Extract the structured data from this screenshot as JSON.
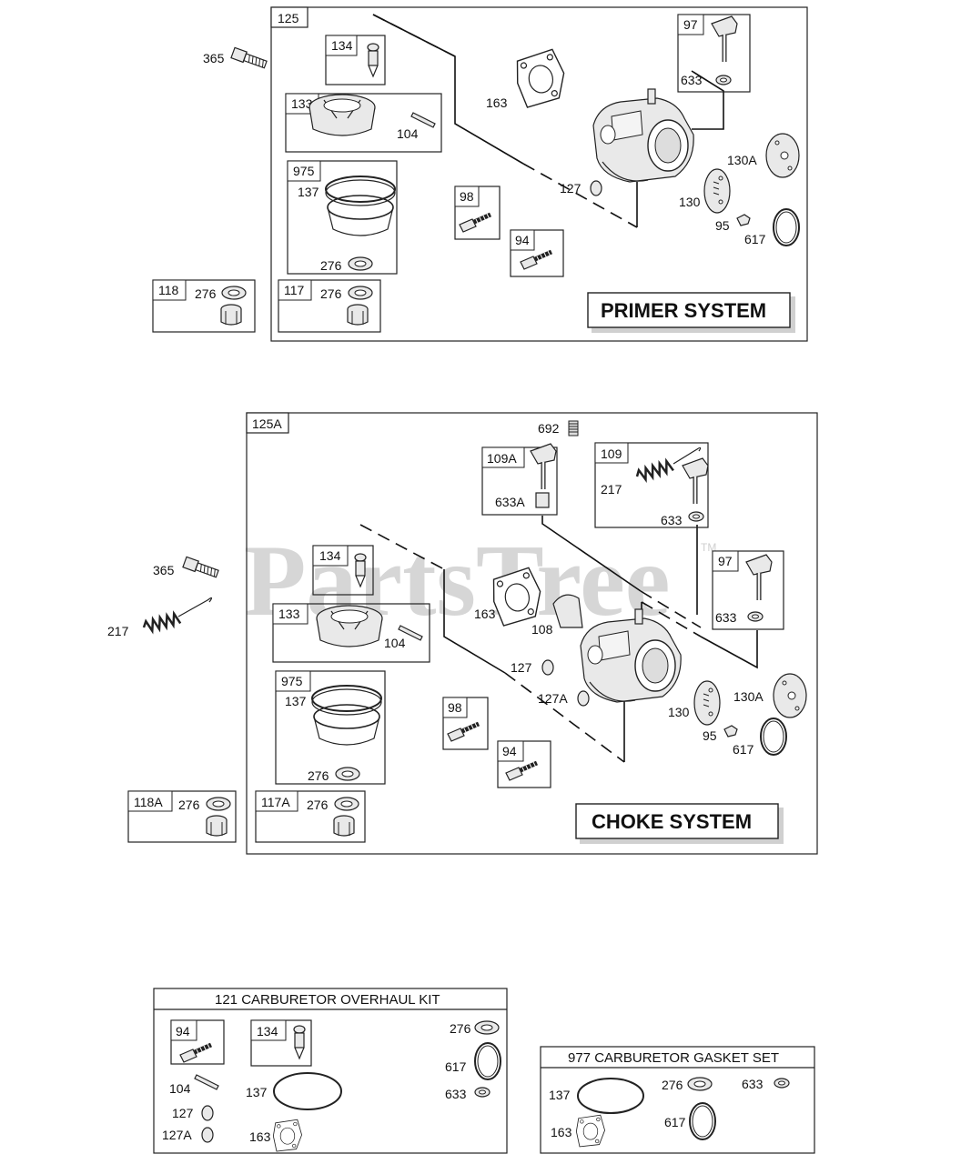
{
  "watermark": {
    "text": "PartsTree",
    "tm": "TM"
  },
  "primer": {
    "assembly": "125",
    "system_label": "PRIMER SYSTEM",
    "callouts": {
      "bolt": "365",
      "primer_bulb_box": "134",
      "fuel_bowl_box": "133",
      "pin": "104",
      "gasket_kit_box": "975",
      "gasket_137": "137",
      "washer_276": "276",
      "gasket_163": "163",
      "throttle_box": "97",
      "washer_633": "633",
      "plug_127": "127",
      "plate_130a": "130A",
      "plate_130": "130",
      "screw_95": "95",
      "ring_617": "617",
      "idle_box": "98",
      "mix_box": "94",
      "nut_118": "118",
      "nut_118_276": "276",
      "nut_117": "117",
      "nut_117_276": "276"
    }
  },
  "choke": {
    "assembly": "125A",
    "system_label": "CHOKE SYSTEM",
    "callouts": {
      "spring_692": "692",
      "choke_box": "109A",
      "washer_633a": "633A",
      "choke_spring_box": "109",
      "spring_217": "217",
      "washer_633": "633",
      "bolt": "365",
      "link_217": "217",
      "primer_bulb_box": "134",
      "fuel_bowl_box": "133",
      "pin": "104",
      "gasket_163": "163",
      "shield_108": "108",
      "gasket_kit_box": "975",
      "gasket_137": "137",
      "washer_276": "276",
      "plug_127": "127",
      "plug_127a": "127A",
      "throttle_box": "97",
      "throttle_633": "633",
      "plate_130a": "130A",
      "plate_130": "130",
      "screw_95": "95",
      "ring_617": "617",
      "idle_box": "98",
      "mix_box": "94",
      "nut_118a": "118A",
      "nut_118a_276": "276",
      "nut_117a": "117A",
      "nut_117a_276": "276"
    }
  },
  "overhaul_kit": {
    "title": "121 CARBURETOR OVERHAUL KIT",
    "callouts": {
      "box_94": "94",
      "box_134": "134",
      "washer_276": "276",
      "ring_617": "617",
      "washer_633": "633",
      "pin_104": "104",
      "plug_127": "127",
      "plug_127a": "127A",
      "gasket_137": "137",
      "gasket_163": "163"
    }
  },
  "gasket_set": {
    "title": "977 CARBURETOR GASKET SET",
    "callouts": {
      "gasket_137": "137",
      "washer_276": "276",
      "washer_633": "633",
      "ring_617": "617",
      "gasket_163": "163"
    }
  }
}
